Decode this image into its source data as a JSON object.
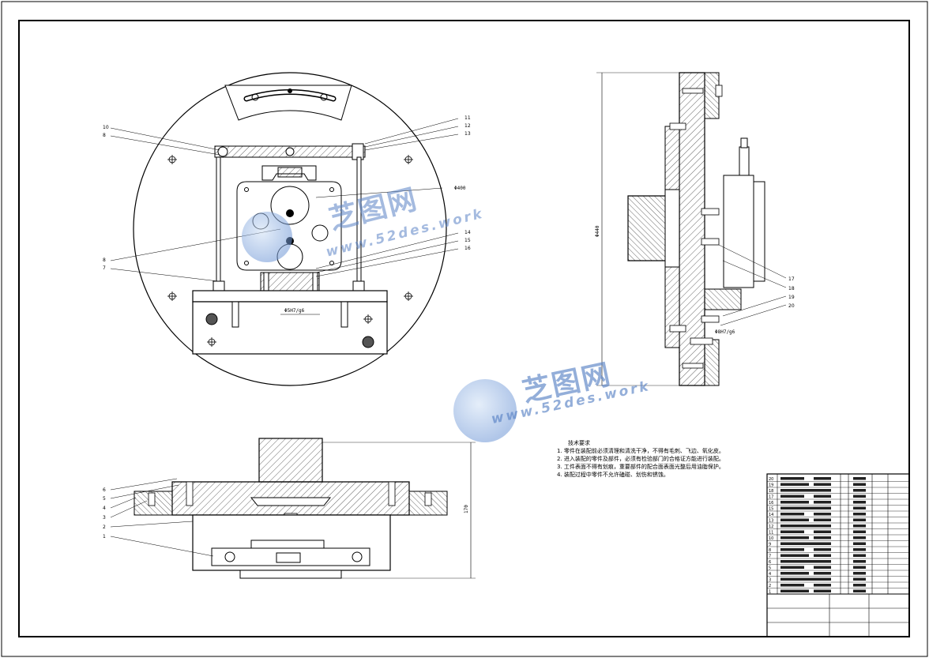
{
  "drawing": {
    "watermark_cn": "芝图网",
    "watermark_url": "www.52des.work"
  },
  "front_view": {
    "dimension_dia": "Φ400",
    "dimension_fit": "Φ5H7/g6",
    "leaders_left": [
      "10",
      "8",
      "8",
      "7"
    ],
    "leaders_right": [
      "11",
      "12",
      "13",
      "14",
      "15",
      "16"
    ]
  },
  "side_view": {
    "dimension_height": "Φ440",
    "dimension_fit": "Φ8H7/g6",
    "leaders": [
      "17",
      "18",
      "19",
      "20"
    ]
  },
  "bottom_view": {
    "dimension_height": "170",
    "leaders": [
      "6",
      "5",
      "4",
      "3",
      "2",
      "1"
    ]
  },
  "tech_requirements": {
    "title": "技术要求",
    "items": [
      "1. 零件在装配前必须清理和清洗干净，不得有毛刺、飞边、氧化皮。",
      "2. 进入装配的零件及部件，必须有检验部门的合格证方能进行装配。",
      "3. 工件表面不得有划痕，重要部件的配合面表面光整后用油脂保护。",
      "4. 装配过程中零件不允许磕碰、划伤和锈蚀。"
    ]
  },
  "title_block": {
    "row_numbers": [
      "20",
      "19",
      "18",
      "17",
      "16",
      "15",
      "14",
      "13",
      "12",
      "11",
      "10",
      "9",
      "8",
      "7",
      "6",
      "5",
      "4",
      "3",
      "2",
      "1"
    ]
  }
}
